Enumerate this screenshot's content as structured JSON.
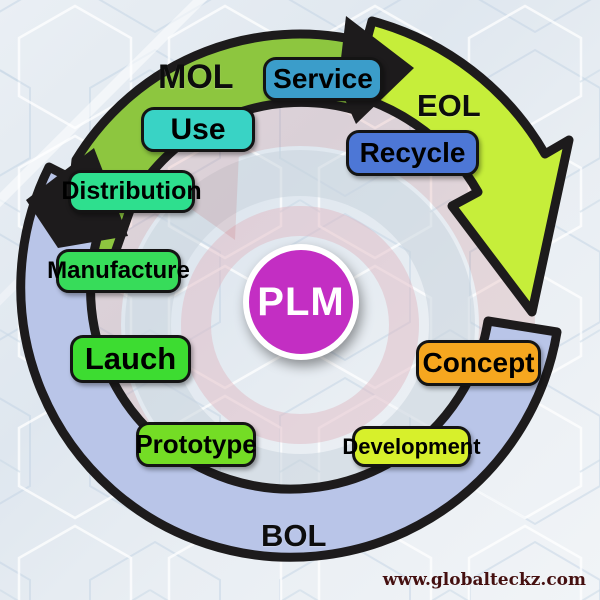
{
  "diagram": {
    "center": {
      "label": "PLM",
      "bg": "#c32ec3"
    },
    "phases": {
      "mol": {
        "label": "MOL",
        "color": "#8dc63f"
      },
      "eol": {
        "label": "EOL",
        "color": "#c6ee3a"
      },
      "bol": {
        "label": "BOL",
        "color": "#b9c5e8"
      }
    },
    "stages": {
      "service": {
        "label": "Service",
        "color": "#3b9dca"
      },
      "use": {
        "label": "Use",
        "color": "#39d3c5"
      },
      "recycle": {
        "label": "Recycle",
        "color": "#4d77d6"
      },
      "distribution": {
        "label": "Distribution",
        "color": "#2edf8e"
      },
      "manufacture": {
        "label": "Manufacture",
        "color": "#37dc5a"
      },
      "lauch": {
        "label": "Lauch",
        "color": "#3ddc31"
      },
      "prototype": {
        "label": "Prototype",
        "color": "#74dd25"
      },
      "development": {
        "label": "Development",
        "color": "#d7f02b"
      },
      "concept": {
        "label": "Concept",
        "color": "#f6a71f"
      }
    },
    "outline_color": "#1d1b1c",
    "watermark_color": "#c24a4a"
  },
  "footer": {
    "website": "www.globalteckz.com",
    "color": "#451010"
  }
}
